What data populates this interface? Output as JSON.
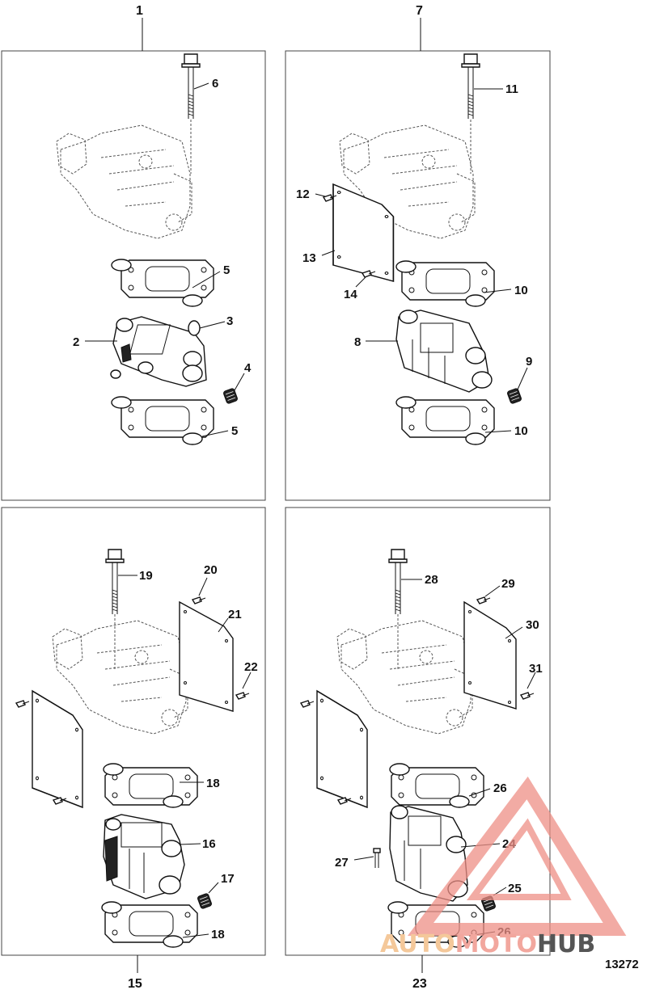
{
  "diagram_id": "13272",
  "watermark": {
    "left": "AUTO",
    "middle": "MOTO",
    "right": "HUB",
    "color_primary": "#f2b8b0",
    "color_dark": "#555555"
  },
  "kits": [
    {
      "label": "1"
    },
    {
      "label": "7"
    },
    {
      "label": "15"
    },
    {
      "label": "23"
    }
  ],
  "callouts": {
    "p1": [
      "6",
      "5",
      "3",
      "2",
      "4",
      "5"
    ],
    "p2": [
      "11",
      "12",
      "13",
      "14",
      "10",
      "8",
      "9",
      "10"
    ],
    "p3": [
      "19",
      "20",
      "21",
      "22",
      "18",
      "16",
      "17",
      "18"
    ],
    "p4": [
      "28",
      "29",
      "30",
      "31",
      "26",
      "24",
      "27",
      "25",
      "26"
    ]
  }
}
